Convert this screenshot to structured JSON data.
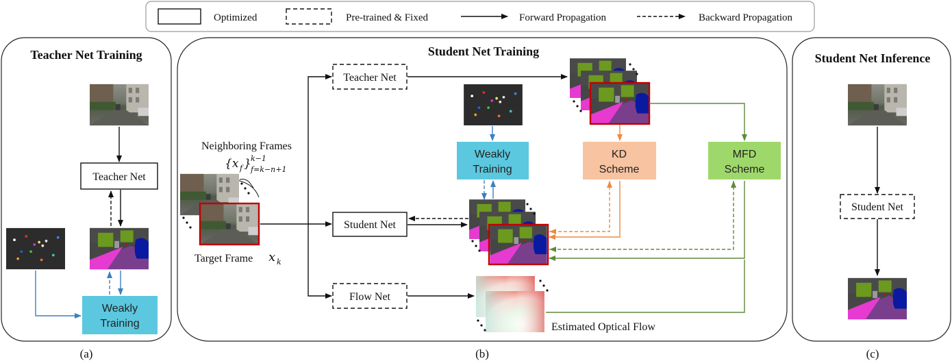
{
  "legend": {
    "optimized": "Optimized",
    "pretrained": "Pre-trained & Fixed",
    "forward": "Forward Propagation",
    "backward": "Backward Propagation"
  },
  "panel_a": {
    "title": "Teacher Net Training",
    "teacher_box": "Teacher Net",
    "weakly_line1": "Weakly",
    "weakly_line2": "Training",
    "caption": "(a)"
  },
  "panel_b": {
    "title": "Student Net Training",
    "teacher_box": "Teacher Net",
    "student_box": "Student Net",
    "flow_box": "Flow Net",
    "weakly_line1": "Weakly",
    "weakly_line2": "Training",
    "kd_line1": "KD",
    "kd_line2": "Scheme",
    "mfd_line1": "MFD",
    "mfd_line2": "Scheme",
    "neighboring_label": "Neighboring Frames",
    "neighboring_formula": "{x_f}^{k-1}_{f=k-n+1}",
    "target_label": "Target Frame",
    "target_symbol": "x_k",
    "flow_label": "Estimated Optical Flow",
    "caption": "(b)"
  },
  "panel_c": {
    "title": "Student Net Inference",
    "student_box": "Student Net",
    "caption": "(c)"
  },
  "colors": {
    "weakly": "#5bc8df",
    "kd": "#f7c3a0",
    "mfd": "#9fd86a",
    "blue_arrow": "#3c7fc0",
    "orange_arrow": "#ef8a3c",
    "green_arrow": "#5f8a3a",
    "target_frame_border": "#c00000"
  }
}
